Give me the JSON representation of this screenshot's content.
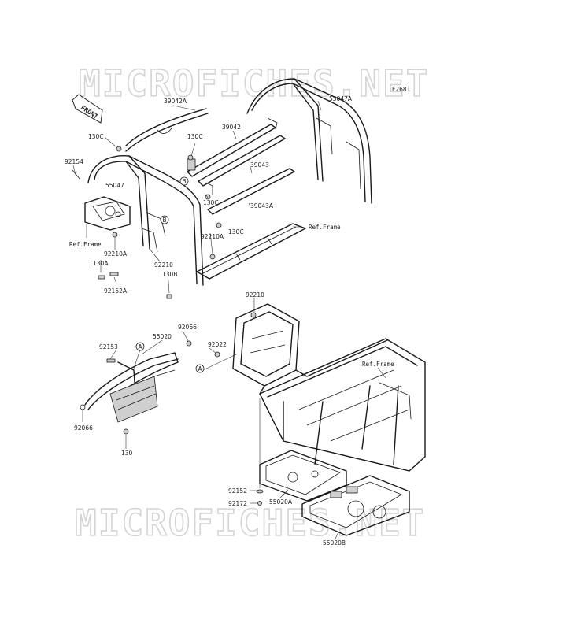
{
  "watermark": {
    "text": "MICROFICHES.NET"
  },
  "figure_id": "F2681",
  "front_marker": "FRONT",
  "labels": {
    "p39042A": "39042A",
    "p39042": "39042",
    "p55047A": "55047A",
    "p130C_a": "130C",
    "p130C_b": "130C",
    "p130C_c": "130C",
    "p130C_d": "130C",
    "p92154": "92154",
    "p55047": "55047",
    "p39043": "39043",
    "p39043A": "39043A",
    "ref_frame_1": "Ref.Frame",
    "ref_frame_2": "Ref.Frame",
    "ref_frame_3": "Ref.Frame",
    "p92210A_a": "92210A",
    "p92210A_b": "92210A",
    "p130A": "130A",
    "p92210_a": "92210",
    "p130B": "130B",
    "p92152A": "92152A",
    "p92210_b": "92210",
    "p92066_a": "92066",
    "p55020": "55020",
    "p92153": "92153",
    "p92022": "92022",
    "p92066_b": "92066",
    "p130": "130",
    "p92152": "92152",
    "p92172": "92172",
    "p55020A": "55020A",
    "p55020B": "55020B"
  },
  "callouts": {
    "A": "A",
    "B": "B"
  }
}
